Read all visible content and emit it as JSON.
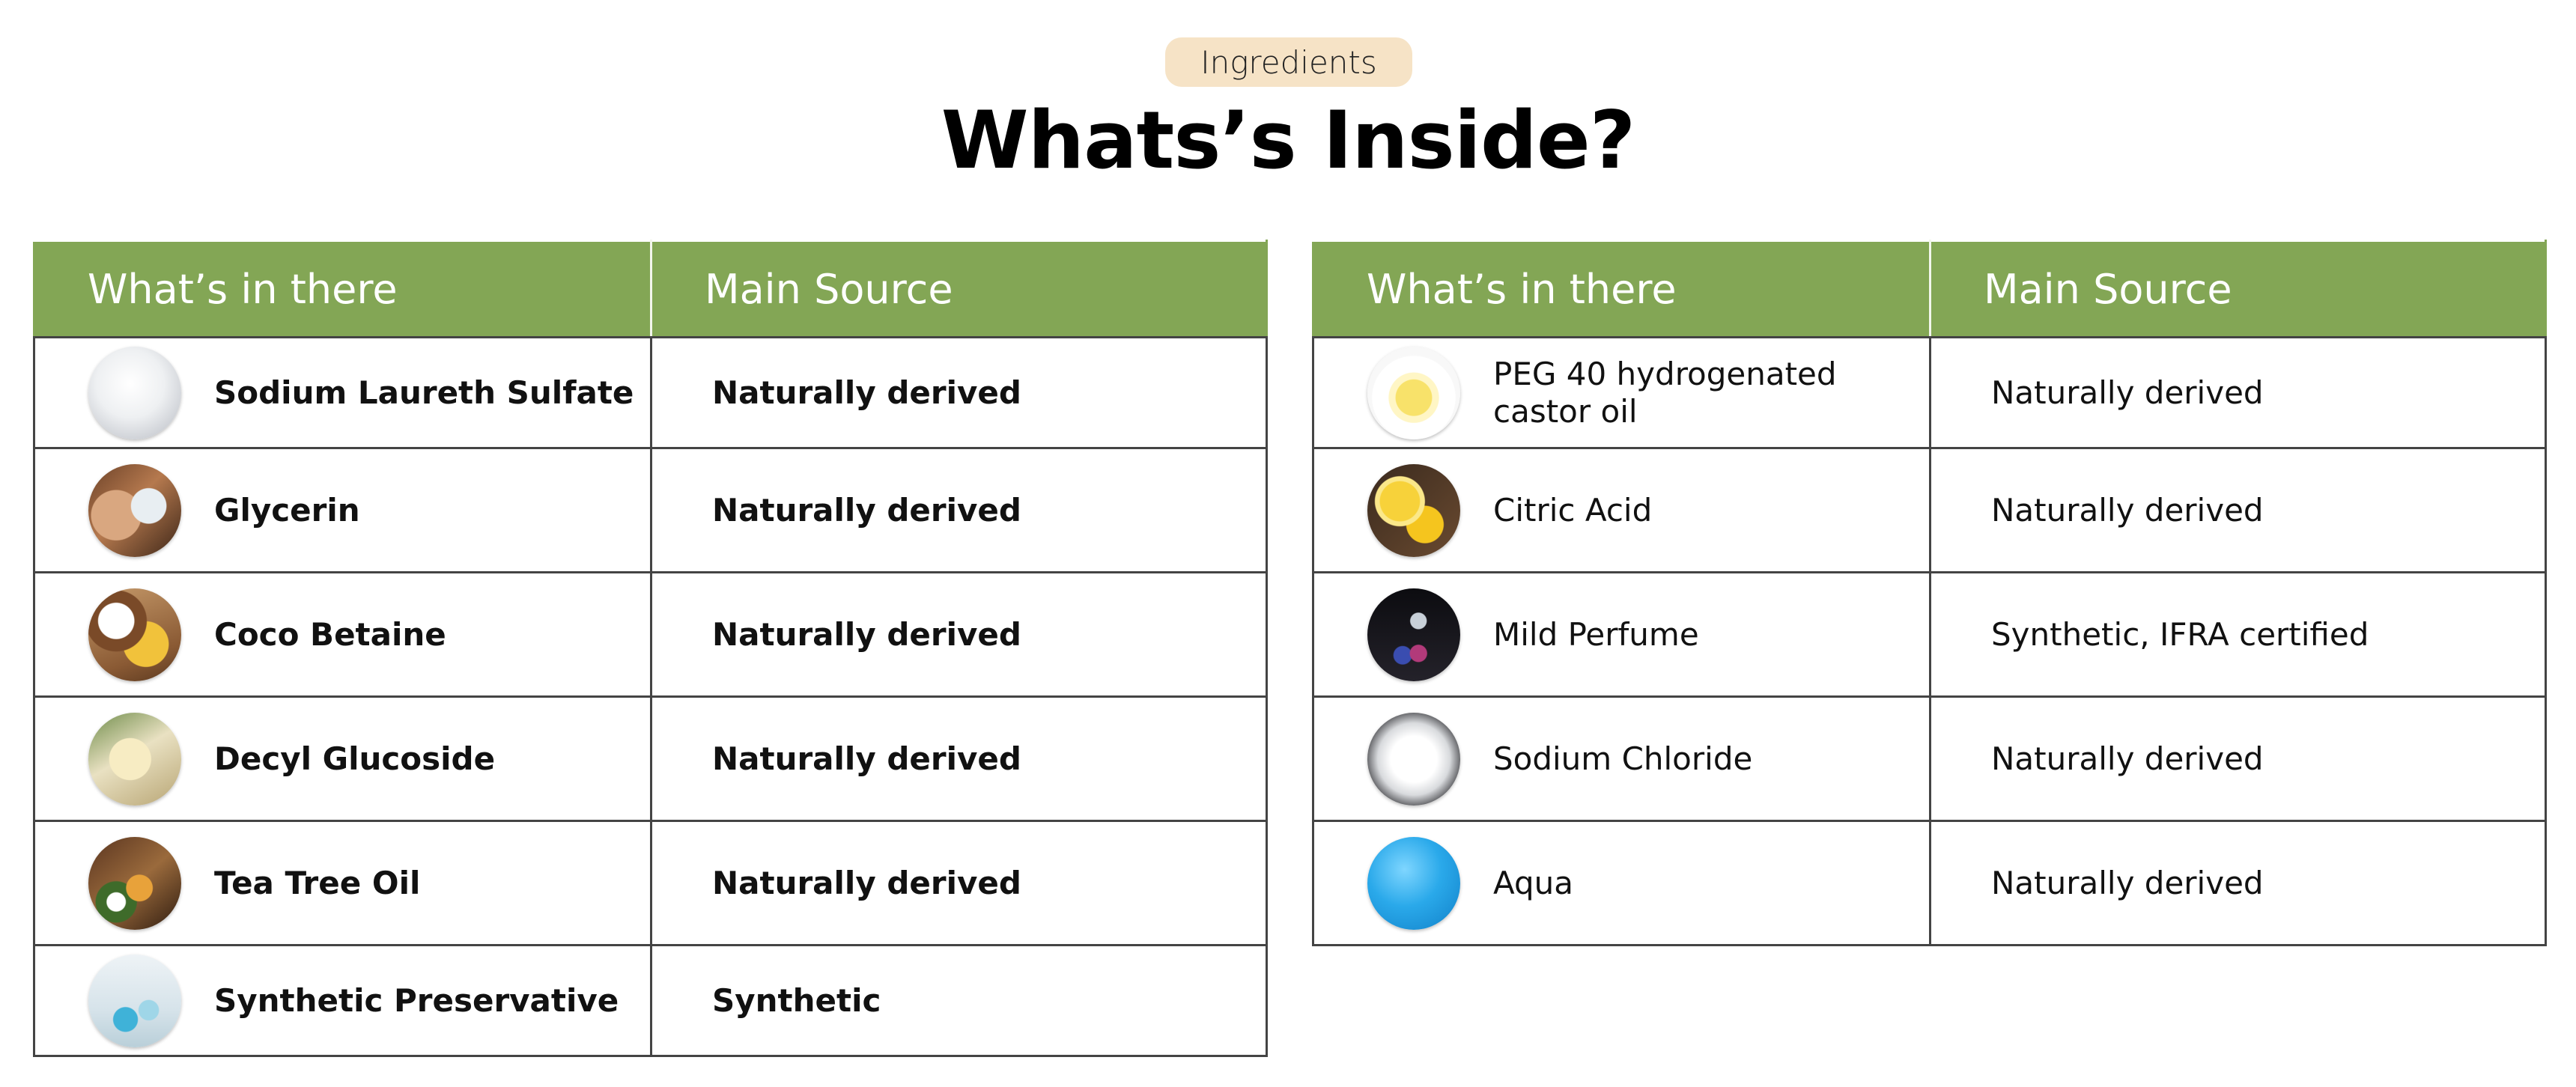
{
  "badge": "Ingredients",
  "title": "Whats’s Inside?",
  "columns": {
    "ingredient": "What’s in there",
    "source": "Main Source"
  },
  "left_table": [
    {
      "name": "Sodium Laureth Sulfate",
      "source": "Naturally derived",
      "icon": "powder-icon"
    },
    {
      "name": "Glycerin",
      "source": "Naturally derived",
      "icon": "glycerin-bottle-icon"
    },
    {
      "name": "Coco Betaine",
      "source": "Naturally derived",
      "icon": "coconut-oil-icon"
    },
    {
      "name": "Decyl Glucoside",
      "source": "Naturally derived",
      "icon": "oil-jar-icon"
    },
    {
      "name": "Tea Tree Oil",
      "source": "Naturally derived",
      "icon": "essential-oil-icon"
    },
    {
      "name": "Synthetic Preservative",
      "source": "Synthetic",
      "icon": "lab-glassware-icon"
    }
  ],
  "right_table": [
    {
      "name": "PEG 40 hydrogenated castor oil",
      "source": "Naturally derived",
      "icon": "castor-oil-bowl-icon"
    },
    {
      "name": "Citric Acid",
      "source": "Naturally derived",
      "icon": "lemon-icon"
    },
    {
      "name": "Mild Perfume",
      "source": "Synthetic, IFRA certified",
      "icon": "perfume-flowers-icon"
    },
    {
      "name": "Sodium Chloride",
      "source": "Naturally derived",
      "icon": "salt-icon"
    },
    {
      "name": "Aqua",
      "source": "Naturally derived",
      "icon": "water-icon"
    }
  ],
  "colors": {
    "header_green": "#83a655",
    "badge_bg": "#f6e3c6",
    "border": "#444444"
  }
}
